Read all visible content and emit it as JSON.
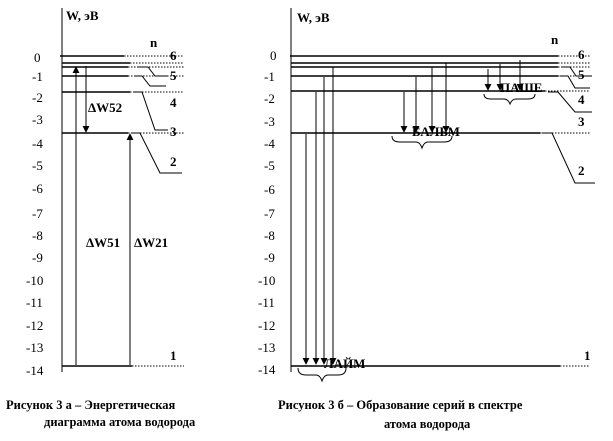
{
  "diagram_a": {
    "axis_label": "W, эВ",
    "n_label": "n",
    "y_ticks": [
      "0",
      "-1",
      "-2",
      "-3",
      "-4",
      "-5",
      "-6",
      "-7",
      "-8",
      "-9",
      "-10",
      "-11",
      "-12",
      "-13",
      "-14"
    ],
    "level_labels": [
      "6",
      "5",
      "4",
      "3",
      "2",
      "1"
    ],
    "transition_labels": {
      "w52": "ΔW52",
      "w51": "ΔW51",
      "w21": "ΔW21"
    },
    "caption_line1": "Рисунок 3 а – Энергетическая",
    "caption_line2": "диаграмма атома водорода"
  },
  "diagram_b": {
    "axis_label": "W, эВ",
    "n_label": "n",
    "y_ticks": [
      "0",
      "-1",
      "-2",
      "-3",
      "-4",
      "-5",
      "-6",
      "-7",
      "-8",
      "-9",
      "-10",
      "-11",
      "-12",
      "-13",
      "-14"
    ],
    "level_labels": [
      "6",
      "5",
      "4",
      "3",
      "2",
      "1"
    ],
    "series": [
      "ПАШЕ",
      "БАЛЬМ",
      "ЛАЙМ"
    ],
    "caption_line1": "Рисунок 3 б – Образование серий в спектре",
    "caption_line2": "атома водорода"
  },
  "energy_levels_ev": [
    {
      "n": 1,
      "w": -13.6
    },
    {
      "n": 2,
      "w": -3.4
    },
    {
      "n": 3,
      "w": -1.51
    },
    {
      "n": 4,
      "w": -0.85
    },
    {
      "n": 5,
      "w": -0.54
    },
    {
      "n": 6,
      "w": -0.38
    }
  ]
}
